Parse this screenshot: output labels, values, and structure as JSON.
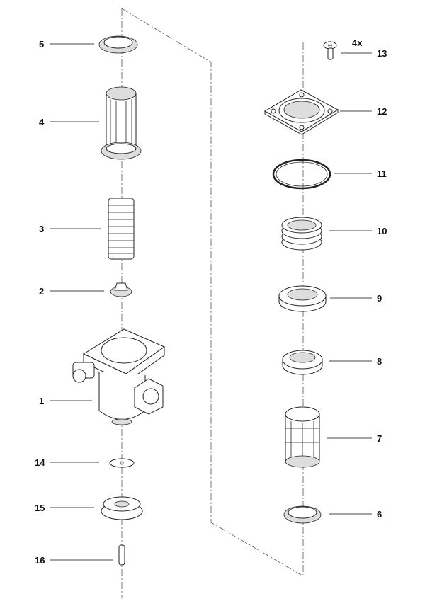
{
  "quantity_note": "4x",
  "callouts": {
    "c1": "1",
    "c2": "2",
    "c3": "3",
    "c4": "4",
    "c5": "5",
    "c6": "6",
    "c7": "7",
    "c8": "8",
    "c9": "9",
    "c10": "10",
    "c11": "11",
    "c12": "12",
    "c13": "13",
    "c14": "14",
    "c15": "15",
    "c16": "16"
  }
}
